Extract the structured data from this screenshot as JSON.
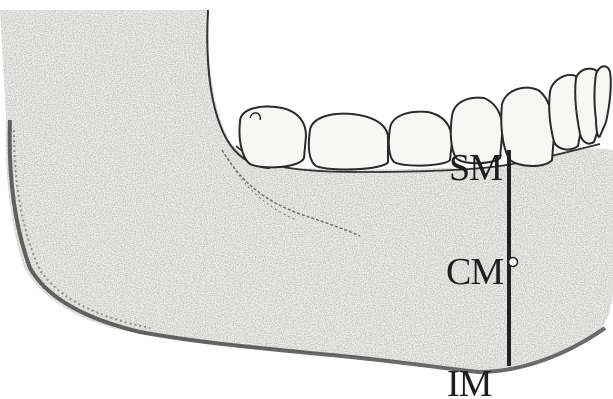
{
  "figure": {
    "subject": "mandible-lateral-view",
    "labels": {
      "sm": "SM",
      "cm": "CM",
      "im": "IM"
    },
    "colors": {
      "bone_fill": "#f1f1ef",
      "outline": "#2b2b2b",
      "tooth_fill": "#f7f7f5",
      "line": "#222222",
      "background": "#ffffff"
    }
  }
}
